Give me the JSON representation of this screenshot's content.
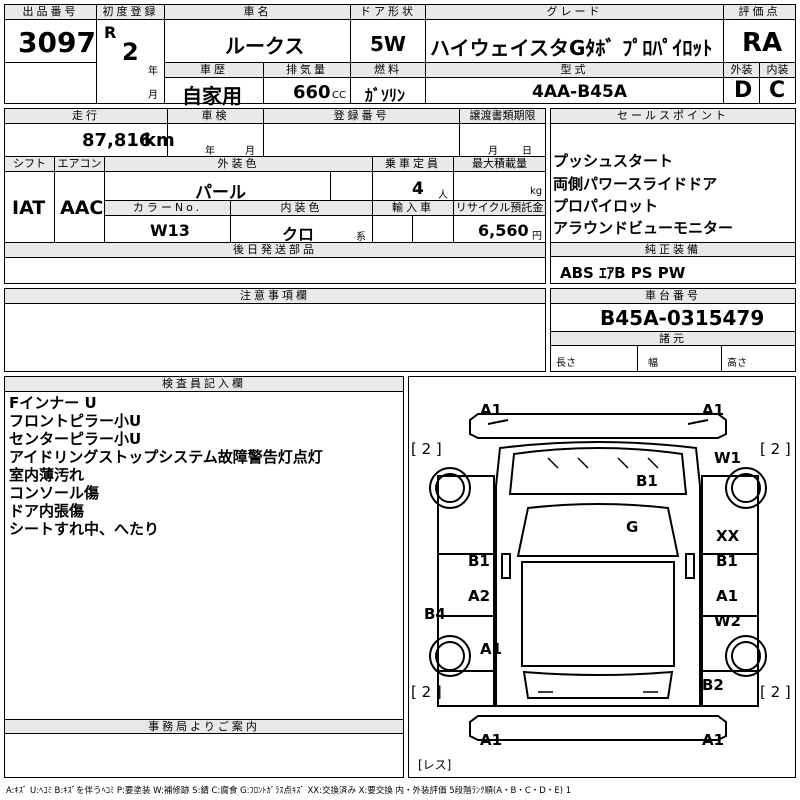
{
  "header": {
    "lot_number_label": "出品番号",
    "lot_number": "3097",
    "first_reg_label": "初度登録",
    "era": "R",
    "reg_year": "2",
    "year_unit": "年",
    "month_unit": "月",
    "car_name_label": "車名",
    "car_name": "ルークス",
    "door_label": "ドア形状",
    "door": "5W",
    "grade_label": "グレード",
    "grade": "ハイウェイスタGﾀﾎﾞ ﾌﾟﾛﾊﾟｲﾛｯﾄ",
    "rating_label": "評価点",
    "rating": "RA",
    "history_label": "車歴",
    "history": "自家用",
    "displacement_label": "排気量",
    "displacement": "660",
    "displacement_unit": "CC",
    "fuel_label": "燃料",
    "fuel": "ｶﾞｿﾘﾝ",
    "model_label": "型式",
    "model": "4AA-B45A",
    "exterior_label": "外装",
    "exterior": "D",
    "interior_label": "内装",
    "interior": "C"
  },
  "row2": {
    "mileage_label": "走行",
    "mileage": "87,816",
    "mileage_unit": "km",
    "shaken_label": "車検",
    "year_unit": "年",
    "month_unit": "月",
    "plate_label": "登録番号",
    "transfer_label": "譲渡書類期限",
    "sales_label": "セールスポイント"
  },
  "row3": {
    "shift_label": "シフト",
    "shift": "IAT",
    "aircon_label": "エアコン",
    "aircon": "AAC",
    "color_label": "外装色",
    "color": "パール",
    "capacity_label": "乗車定員",
    "capacity": "4",
    "capacity_unit": "人",
    "load_label": "最大積載量",
    "load_unit": "kg",
    "color_no_label": "カラーNo.",
    "color_no": "W13",
    "int_color_label": "内装色",
    "int_color": "クロ",
    "int_color_unit": "系",
    "import_label": "輸入車",
    "recycle_label": "リサイクル預託金",
    "recycle": "6,560",
    "recycle_unit": "円"
  },
  "sales_points": [
    "プッシュスタート",
    "両側パワースライドドア",
    "プロパイロット",
    "アラウンドビューモニター"
  ],
  "later_parts_label": "後日発送部品",
  "equipment": {
    "label": "純正装備",
    "value": "ABS ｴｱB PS PW"
  },
  "notes_label": "注意事項欄",
  "chassis": {
    "label": "車台番号",
    "value": "B45A-0315479",
    "dims_label": "諸元",
    "length_label": "長さ",
    "width_label": "幅",
    "height_label": "高さ"
  },
  "inspector": {
    "label": "検査員記入欄",
    "lines": [
      "Fインナー U",
      "フロントピラー小U",
      "センターピラー小U",
      "アイドリングストップシステム故障警告灯点灯",
      "室内薄汚れ",
      "コンソール傷",
      "ドア内張傷",
      "シートすれ中、へたり"
    ]
  },
  "office_label": "事務局よりご案内",
  "diagram": {
    "front_left_bumper": "A1",
    "front_right_bumper": "A1",
    "spare_tl": "[ 2 ]",
    "spare_tr": "[ 2 ]",
    "spare_bl": "[ 2 ]",
    "spare_br": "[ 2 ]",
    "w1": "W1",
    "hood": "B1",
    "windshield": "G",
    "xx": "XX",
    "left_front_door": "B1",
    "right_front_door": "B1",
    "left_rear_door": "A2",
    "right_rear_door": "A1",
    "w2": "W2",
    "left_sill": "B4",
    "left_rear_fender": "A1",
    "b2": "B2",
    "rear_left_bumper": "A1",
    "rear_right_bumper": "A1",
    "les": "[レス]"
  },
  "legend": "A:ｷｽﾞ U:ﾍｺﾐ B:ｷｽﾞを伴うﾍｺﾐ P:要塗装 W:補修跡 S:錆 C:腐食 G:ﾌﾛﾝﾄｶﾞﾗｽ点ｷｽﾞ XX:交換済み X:要交換 内・外装評価 5段階ﾗﾝｸ順(A・B・C・D・E) 1"
}
